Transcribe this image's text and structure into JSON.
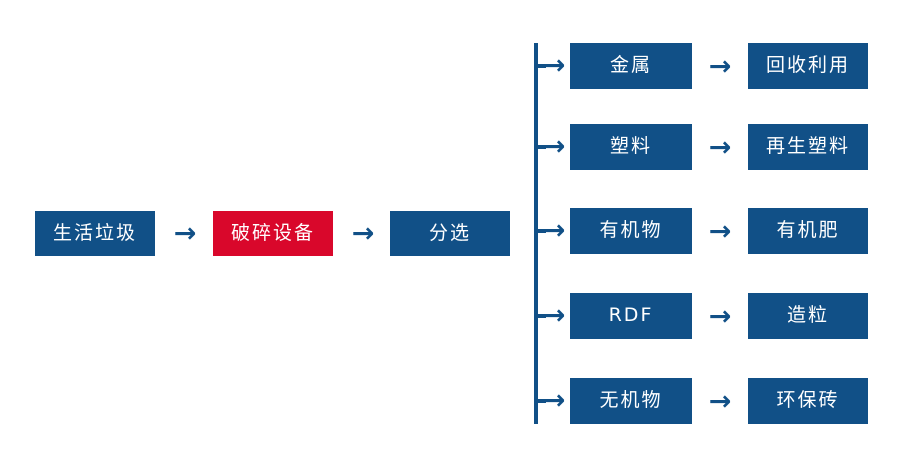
{
  "diagram": {
    "title": "",
    "background": "#ffffff",
    "colors": {
      "primary_blue": "#115087",
      "highlight_red": "#D9072B",
      "label_text": "#ffffff"
    },
    "arrow_glyph": "→",
    "main_chain": [
      {
        "label": "生活垃圾",
        "color": "blue"
      },
      {
        "label": "破碎设备",
        "color": "red"
      },
      {
        "label": "分选",
        "color": "blue"
      }
    ],
    "branches": [
      {
        "input": "金属",
        "output": "回收利用"
      },
      {
        "input": "塑料",
        "output": "再生塑料"
      },
      {
        "input": "有机物",
        "output": "有机肥"
      },
      {
        "input": "RDF",
        "output": "造粒"
      },
      {
        "input": "无机物",
        "output": "环保砖"
      }
    ]
  }
}
